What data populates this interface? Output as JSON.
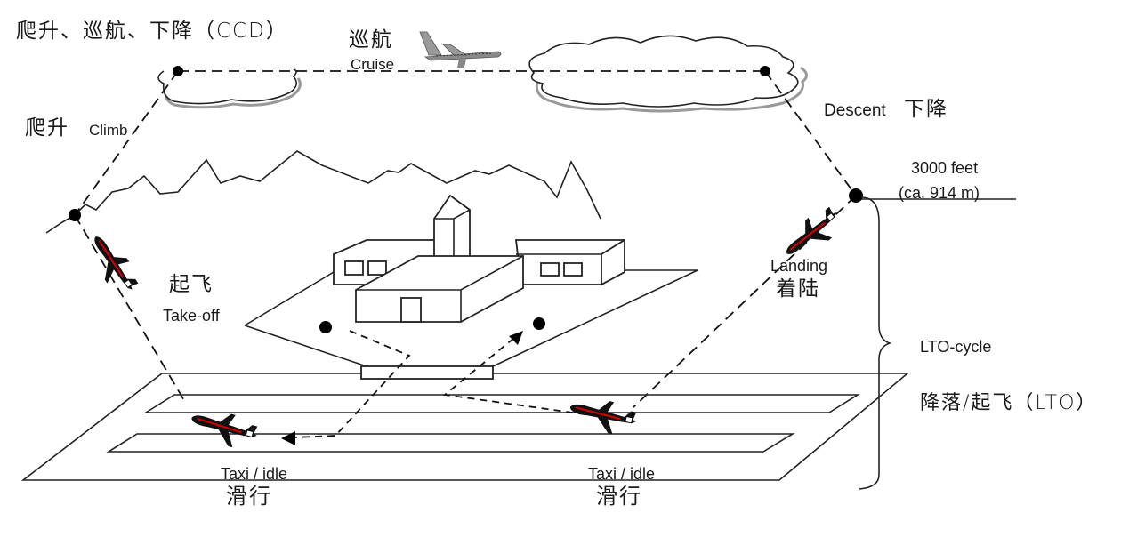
{
  "title": "爬升、巡航、下降（CCD）",
  "phases": {
    "cruise": {
      "cn": "巡航",
      "en": "Cruise"
    },
    "climb": {
      "cn": "爬升",
      "en": "Climb"
    },
    "descent": {
      "cn": "下降",
      "en": "Descent"
    },
    "takeoff": {
      "cn": "起飞",
      "en": "Take-off"
    },
    "landing": {
      "cn": "着陆",
      "en": "Landing"
    },
    "taxi_left": {
      "cn": "滑行",
      "en": "Taxi / idle"
    },
    "taxi_right": {
      "cn": "滑行",
      "en": "Taxi / idle"
    }
  },
  "altitude": {
    "feet": "3000 feet",
    "meters": "(ca. 914 m)"
  },
  "lto": {
    "en": "LTO-cycle",
    "cn": "降落/起飞（LTO）"
  },
  "colors": {
    "line": "#222222",
    "aircraft_stripe": "#cc0000",
    "background": "#ffffff"
  },
  "icons": {
    "cruise_aircraft": "airplane-grey-icon",
    "aircraft": "airplane-black-red-icon",
    "terminal": "airport-terminal-building",
    "cloud": "cloud-outline"
  }
}
